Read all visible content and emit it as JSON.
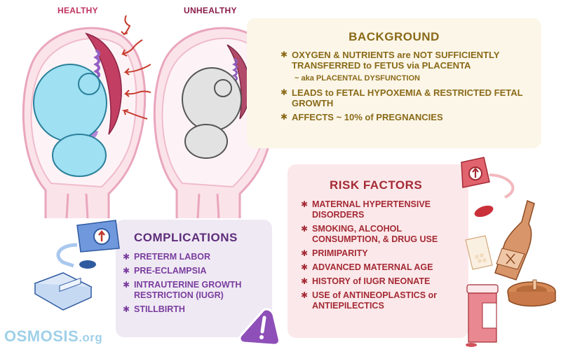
{
  "labels": {
    "healthy": "HEALTHY",
    "unhealthy": "UNHEALTHY"
  },
  "background": {
    "title": "BACKGROUND",
    "items": [
      "OXYGEN & NUTRIENTS are NOT SUFFICIENTLY TRANSFERRED to FETUS via PLACENTA",
      "~ aka PLACENTAL DYSFUNCTION",
      "LEADS to FETAL HYPOXEMIA & RESTRICTED FETAL GROWTH",
      "AFFECTS ~ 10% of PREGNANCIES"
    ]
  },
  "risk_factors": {
    "title": "RISK FACTORS",
    "items": [
      "MATERNAL HYPERTENSIVE DISORDERS",
      "SMOKING, ALCOHOL CONSUMPTION, & DRUG USE",
      "PRIMIPARITY",
      "ADVANCED MATERNAL AGE",
      "HISTORY of IUGR NEONATE",
      "USE of ANTINEOPLASTICS or ANTIEPILECTICS"
    ]
  },
  "complications": {
    "title": "COMPLICATIONS",
    "items": [
      "PRETERM LABOR",
      "PRE-ECLAMPSIA",
      "INTRAUTERINE GROWTH RESTRICTION (IUGR)",
      "STILLBIRTH"
    ]
  },
  "bullet_glyph": "✱",
  "logo": {
    "main": "OSMOSIS",
    "suffix": ".org"
  },
  "colors": {
    "background_panel": "#fbf6e8",
    "background_text": "#8a6a18",
    "risk_panel": "#fbe8ea",
    "risk_text": "#a42a34",
    "complications_panel": "#efe9f4",
    "complications_title": "#5e2d7a",
    "complications_text": "#7a3d9e",
    "healthy_label": "#c0325f",
    "unhealthy_label": "#8a1c4a",
    "logo": "#9fd0e8"
  }
}
